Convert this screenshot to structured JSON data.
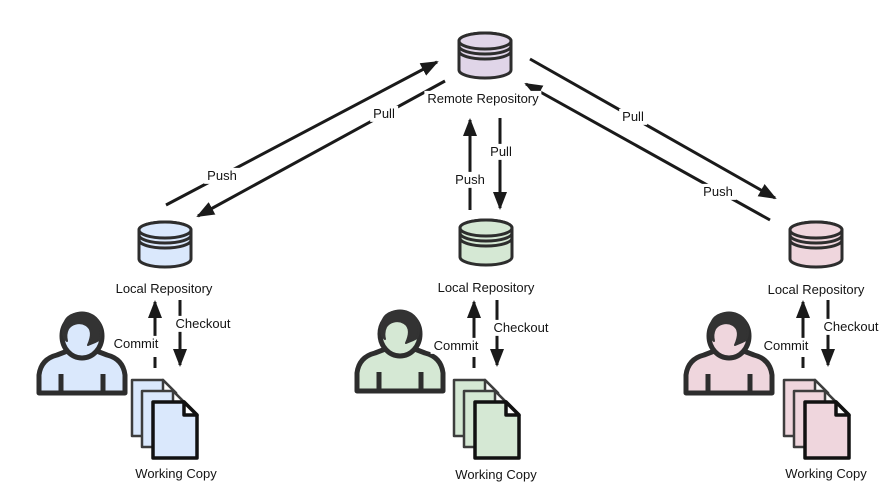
{
  "remote": {
    "label": "Remote Repository",
    "accent": "#e0d5e8"
  },
  "columns": [
    {
      "accent": "#dae8fc",
      "local_repository_label": "Local Repository",
      "working_copy_label": "Working Copy",
      "push_label": "Push",
      "pull_label": "Pull",
      "commit_label": "Commit",
      "checkout_label": "Checkout"
    },
    {
      "accent": "#d5e8d4",
      "local_repository_label": "Local Repository",
      "working_copy_label": "Working Copy",
      "push_label": "Push",
      "pull_label": "Pull",
      "commit_label": "Commit",
      "checkout_label": "Checkout"
    },
    {
      "accent": "#efd6dd",
      "local_repository_label": "Local Repository",
      "working_copy_label": "Working Copy",
      "push_label": "Push",
      "pull_label": "Pull",
      "commit_label": "Commit",
      "checkout_label": "Checkout"
    }
  ],
  "colors": {
    "line": "#1a1a1a",
    "shape_stroke": "#2d2d2d",
    "hair": "#333333",
    "background": "#ffffff"
  }
}
